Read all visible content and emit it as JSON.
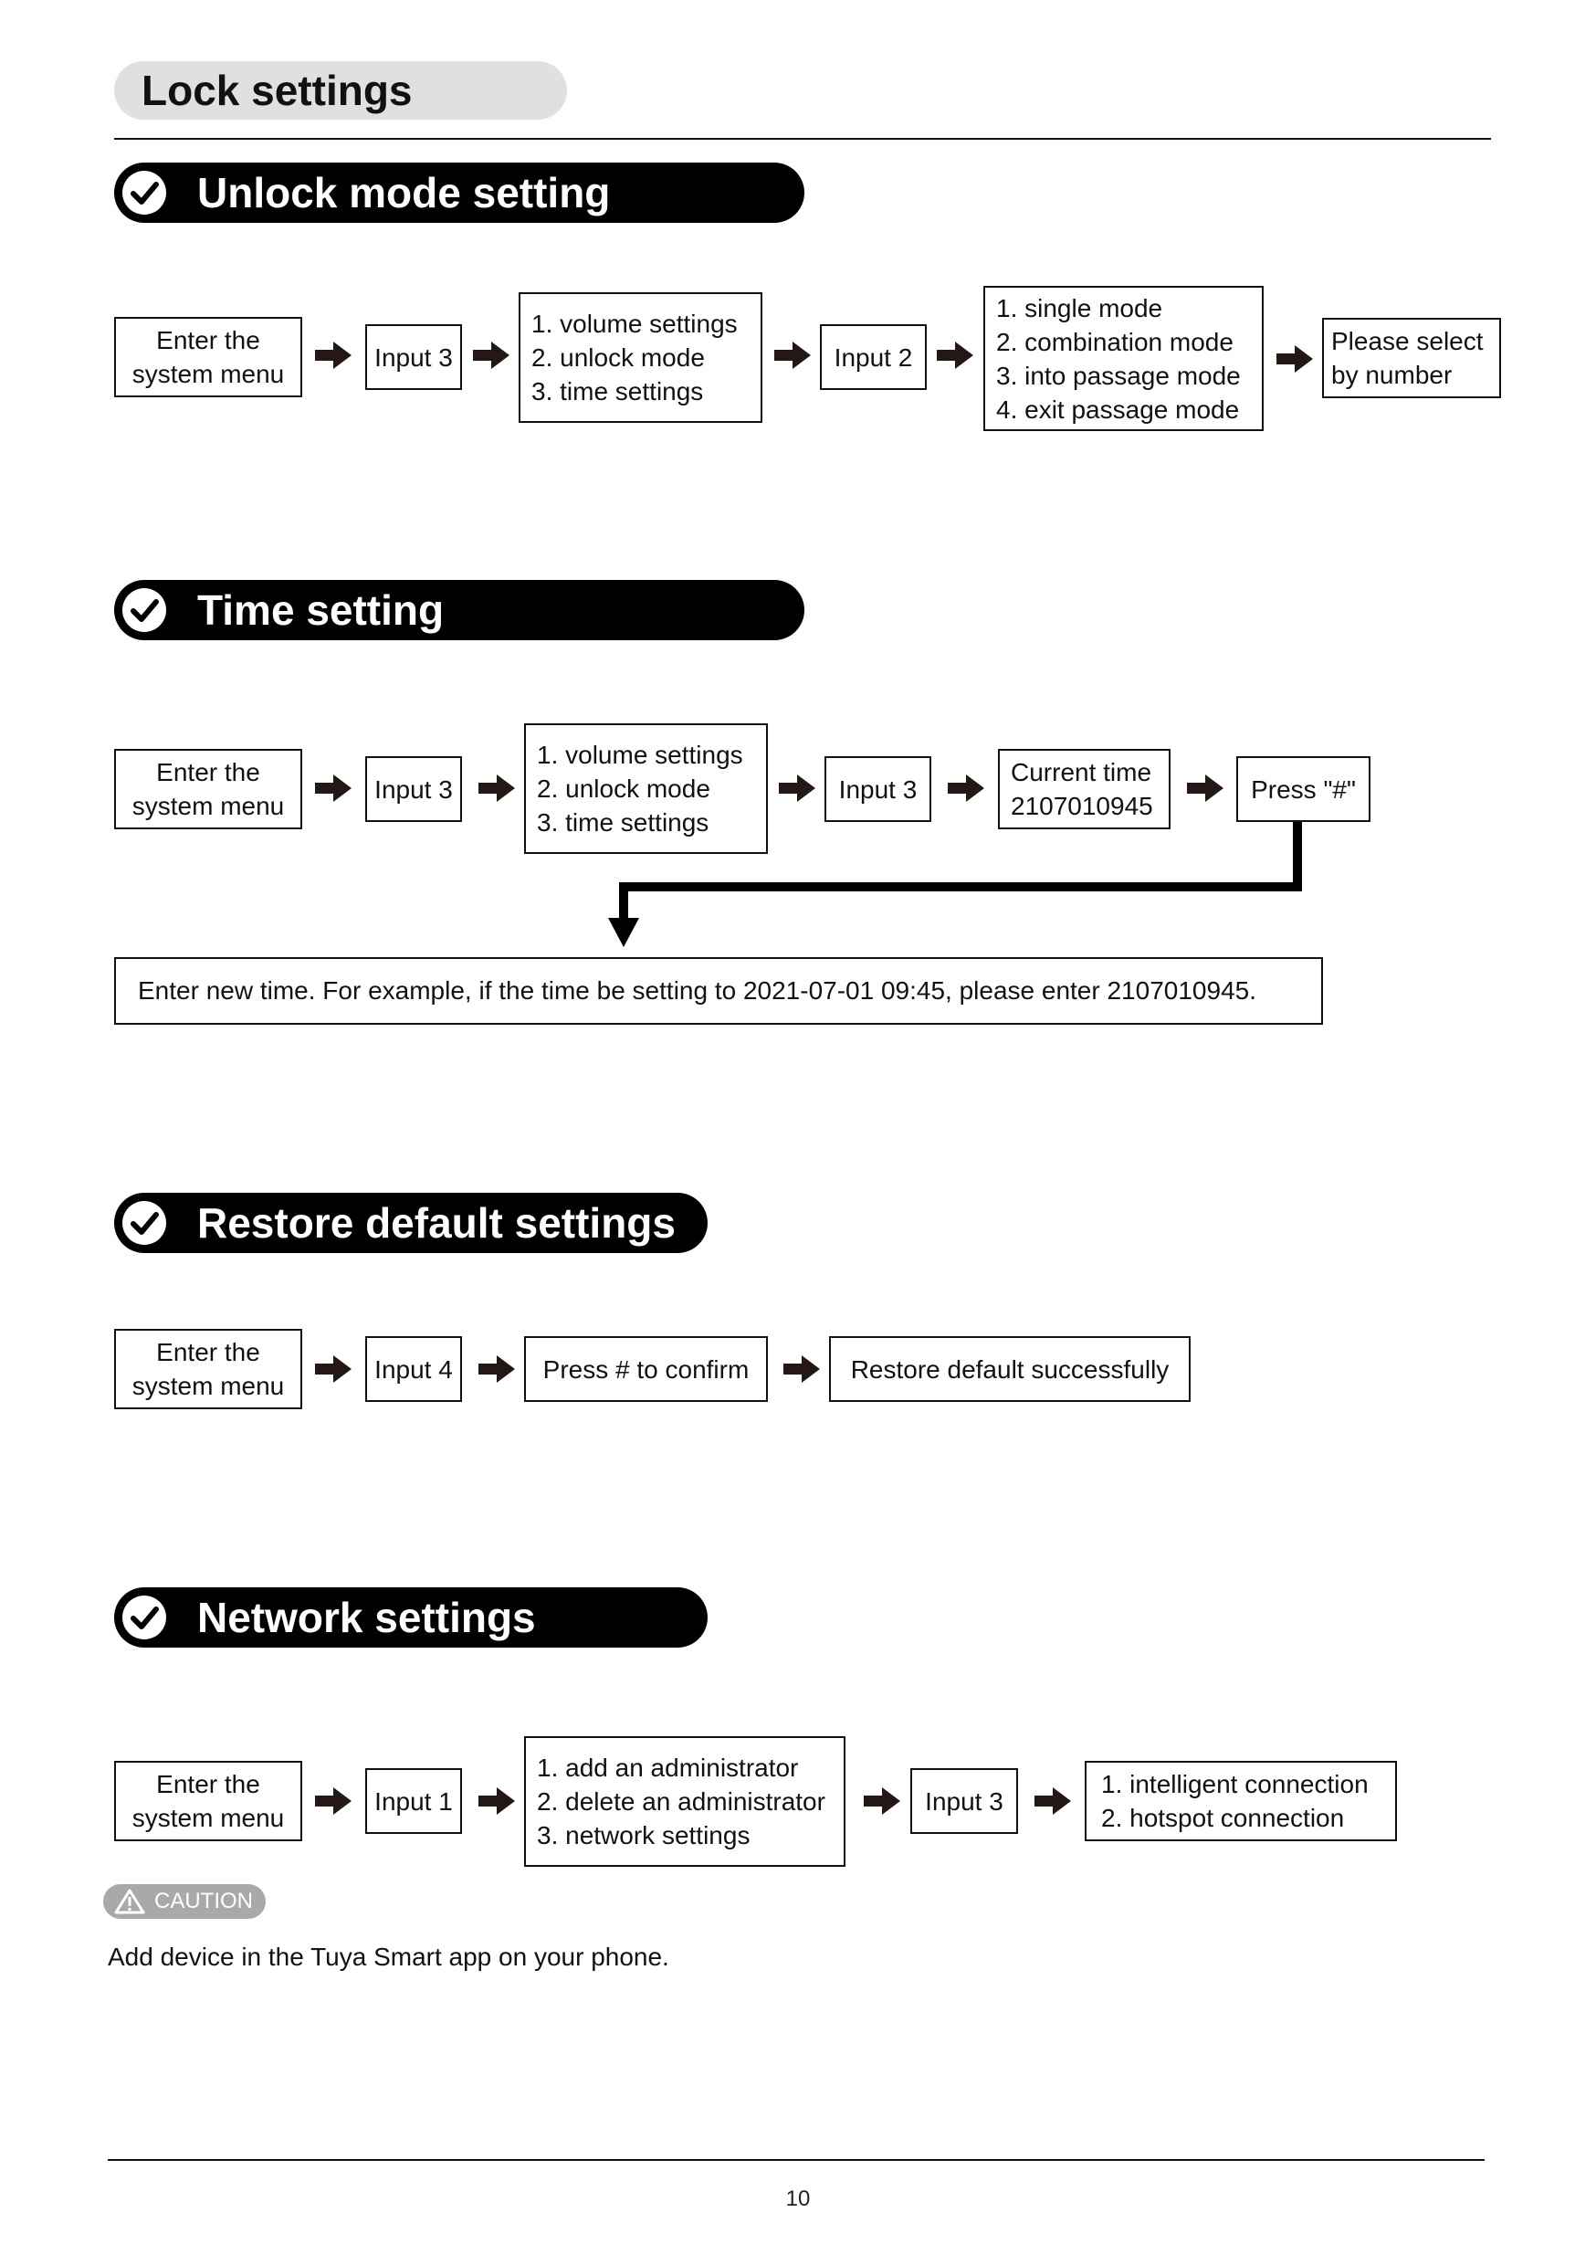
{
  "page": {
    "title": "Lock settings",
    "page_number": "10"
  },
  "sections": {
    "unlock": {
      "title": "Unlock mode setting",
      "steps": {
        "enter_menu": [
          "Enter the",
          "system menu"
        ],
        "input_a": "Input 3",
        "menu": [
          "1. volume settings",
          "2. unlock mode",
          "3. time settings"
        ],
        "input_b": "Input 2",
        "modes": [
          "1. single mode",
          "2. combination mode",
          "3. into passage mode",
          "4. exit passage mode"
        ],
        "select": [
          "Please select",
          "by number"
        ]
      }
    },
    "time": {
      "title": "Time setting",
      "steps": {
        "enter_menu": [
          "Enter the",
          "system menu"
        ],
        "input_a": "Input 3",
        "menu": [
          "1. volume settings",
          "2. unlock mode",
          "3. time settings"
        ],
        "input_b": "Input 3",
        "current_time": [
          "Current time",
          "2107010945"
        ],
        "press": "Press \"#\""
      },
      "note": "Enter new time. For example, if the time be setting to 2021-07-01 09:45, please enter 2107010945."
    },
    "restore": {
      "title": "Restore default settings",
      "steps": {
        "enter_menu": [
          "Enter the",
          "system menu"
        ],
        "input_a": "Input 4",
        "confirm": "Press # to confirm",
        "result": "Restore default successfully"
      }
    },
    "network": {
      "title": "Network settings",
      "steps": {
        "enter_menu": [
          "Enter the",
          "system menu"
        ],
        "input_a": "Input 1",
        "menu": [
          "1. add an administrator",
          "2. delete an administrator",
          "3. network settings"
        ],
        "input_b": "Input 3",
        "connection": [
          "1. intelligent connection",
          "2. hotspot connection"
        ]
      },
      "caution": {
        "label": "CAUTION",
        "text": "Add device in the Tuya Smart app on your phone."
      }
    }
  },
  "icons": {
    "section_icon": "check-circle-icon",
    "flow_arrow": "arrow-right-icon",
    "bend_arrow": "arrow-down-icon",
    "caution_icon": "warning-triangle-icon"
  },
  "colors": {
    "header_bg": "#000000",
    "title_pill_bg": "#e0e0e0",
    "caution_bg": "#a9a9a9"
  }
}
